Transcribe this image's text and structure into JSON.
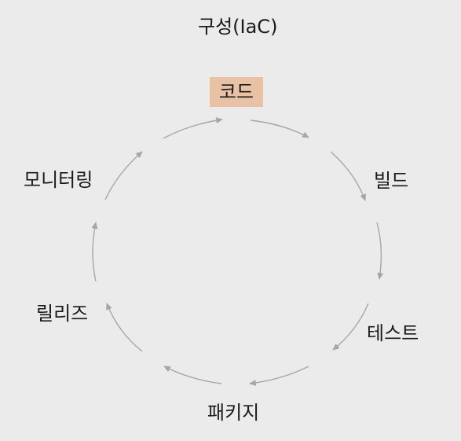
{
  "title": "구성(IaC)",
  "nodes": {
    "code": "코드",
    "build": "빌드",
    "test": "테스트",
    "package": "패키지",
    "release": "릴리즈",
    "monitor": "모니터링"
  },
  "colors": {
    "background": "#ebebeb",
    "code_highlight": "#e9c2a6",
    "arrow": "#a6a6a6",
    "text": "#1a1a1a"
  }
}
